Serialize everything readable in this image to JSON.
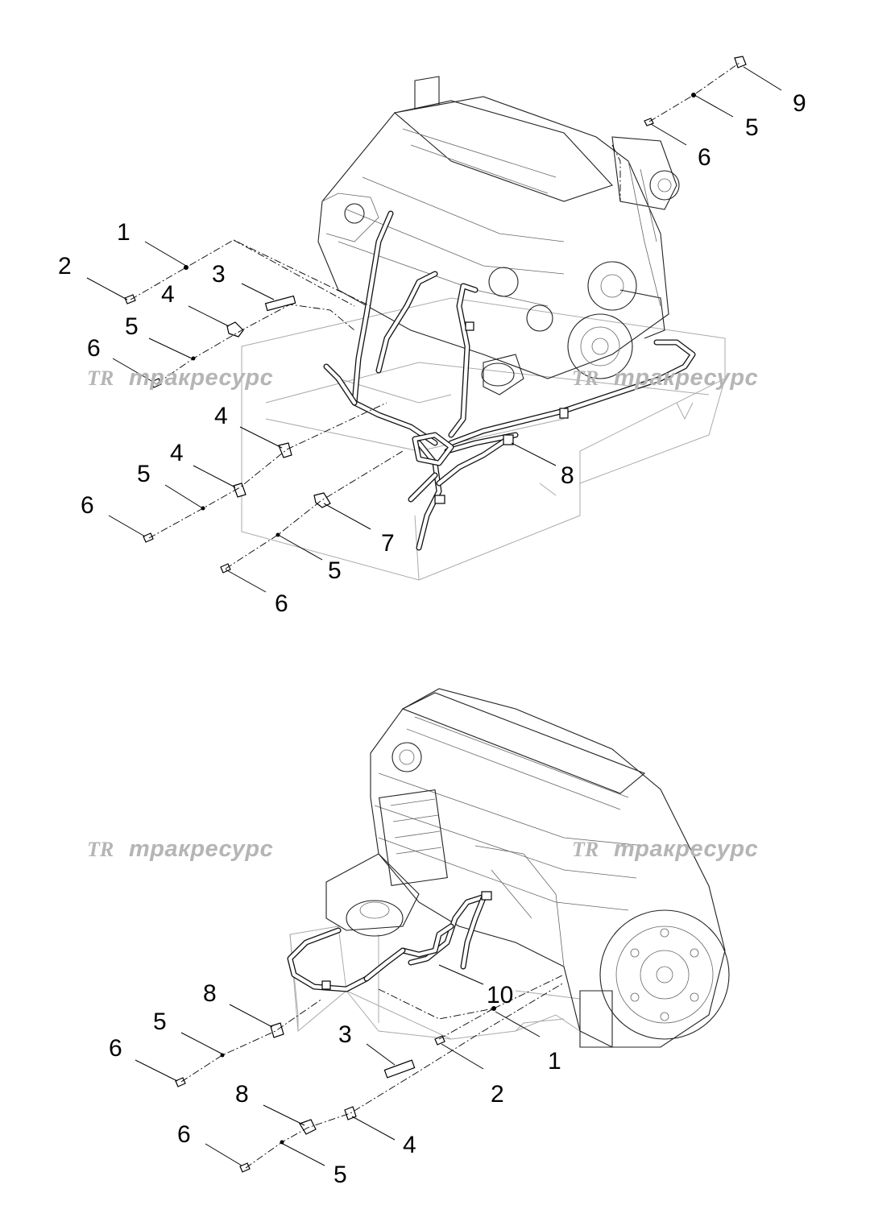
{
  "watermarks": [
    {
      "logo": "TR",
      "text": "тракресурс"
    },
    {
      "logo": "TR",
      "text": "тракресурс"
    },
    {
      "logo": "TR",
      "text": "тракресурс"
    },
    {
      "logo": "TR",
      "text": "тракресурс"
    }
  ],
  "top_callouts": {
    "c1": "1",
    "c2": "2",
    "c3": "3",
    "c4a": "4",
    "c5a": "5",
    "c6a": "6",
    "c4b": "4",
    "c4c": "4",
    "c5b": "5",
    "c6b": "6",
    "c7": "7",
    "c5c": "5",
    "c6c": "6",
    "c8": "8",
    "c9": "9",
    "c5d": "5",
    "c6d": "6"
  },
  "bottom_callouts": {
    "c8a": "8",
    "c5a": "5",
    "c6a": "6",
    "c3": "3",
    "c10": "10",
    "c1": "1",
    "c2": "2",
    "c8b": "8",
    "c6b": "6",
    "c4": "4",
    "c5b": "5"
  }
}
